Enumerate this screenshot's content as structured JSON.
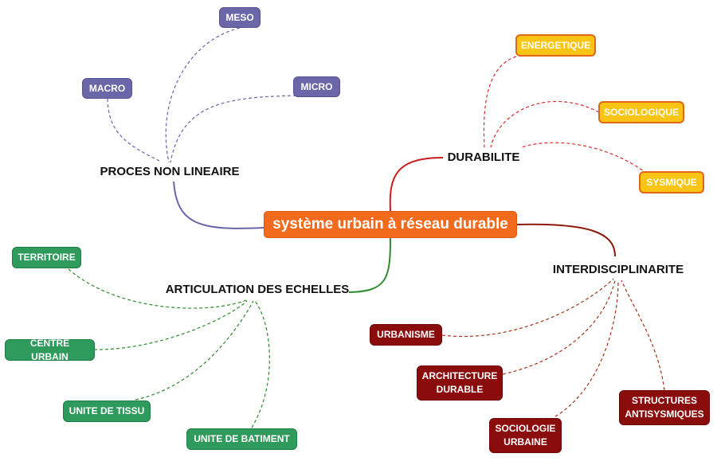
{
  "center": {
    "label": "système urbain à réseau durable",
    "color": "#f26b1d"
  },
  "branches": {
    "proces": {
      "label": "PROCES NON LINEAIRE",
      "color": "#6b66a8",
      "leaves": [
        "MACRO",
        "MESO",
        "MICRO"
      ]
    },
    "durabilite": {
      "label": "DURABILITE",
      "color": "#cc1d1d",
      "leaves": [
        "ENERGETIQUE",
        "SOCIOLOGIQUE",
        "SYSMIQUE"
      ]
    },
    "articulation": {
      "label": "ARTICULATION DES ECHELLES",
      "color": "#2e8b2e",
      "leaves": [
        "TERRITOIRE",
        "CENTRE URBAIN",
        "UNITE DE TISSU",
        "UNITE DE BATIMENT"
      ]
    },
    "interdisciplinarite": {
      "label": "INTERDISCIPLINARITE",
      "color": "#8b1a0a",
      "leaves": [
        "URBANISME",
        "ARCHITECTURE\nDURABLE",
        "SOCIOLOGIE\nURBAINE",
        "STRUCTURES\nANTISYSMIQUES"
      ]
    }
  }
}
